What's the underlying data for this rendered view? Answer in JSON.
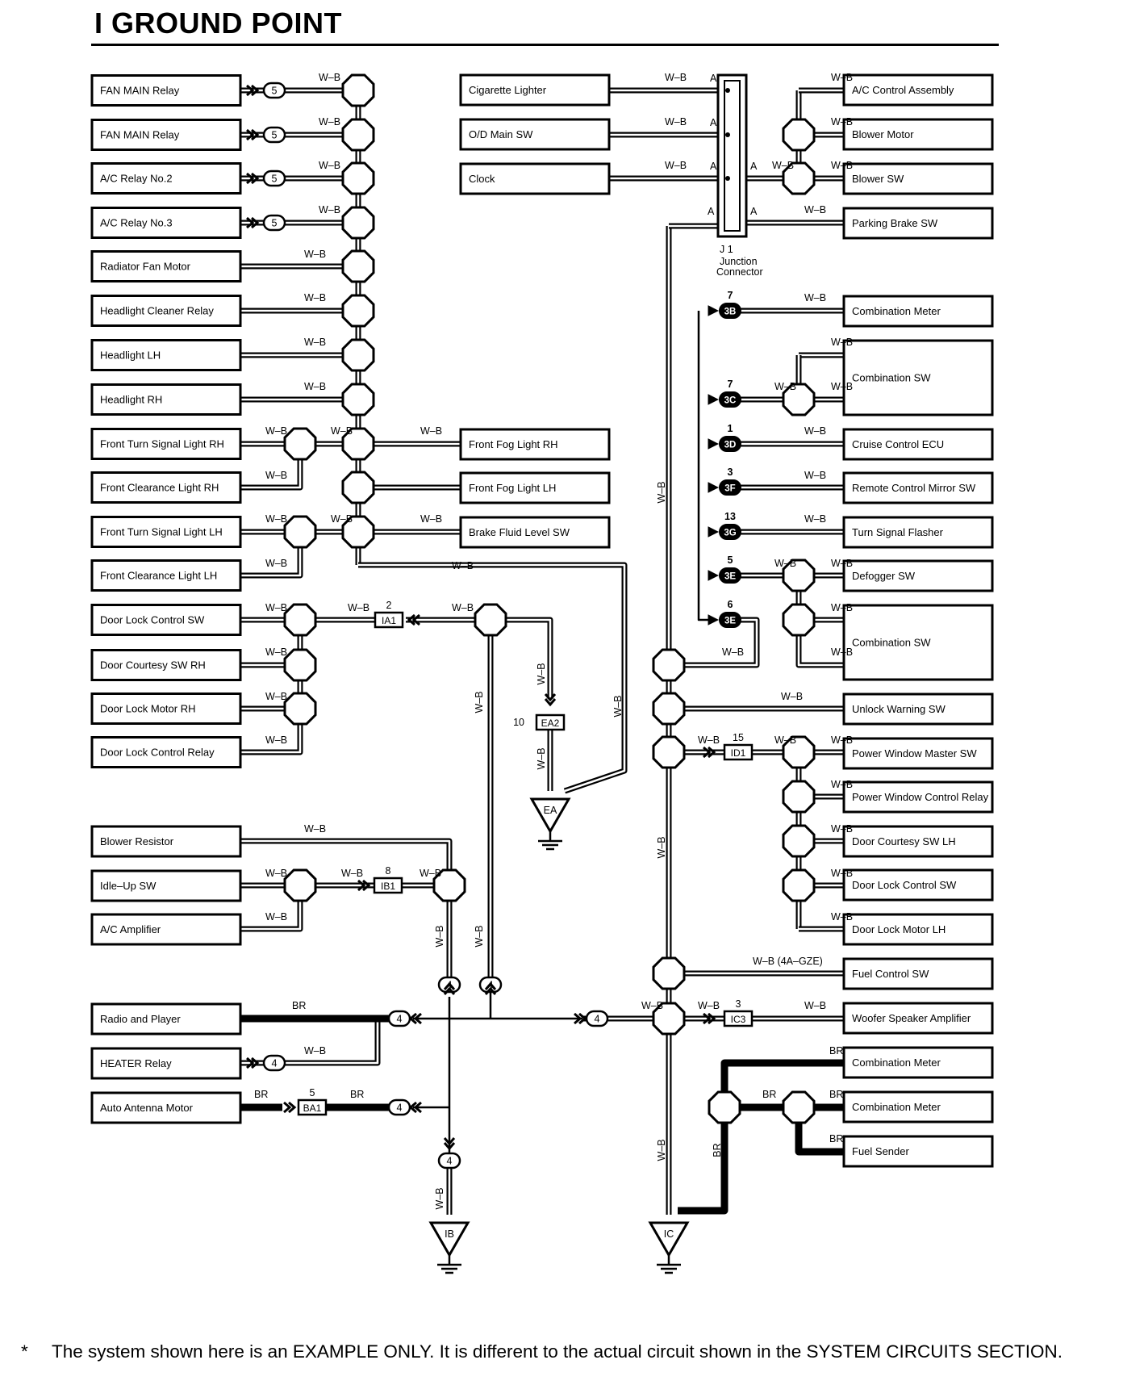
{
  "title": "I  GROUND POINT",
  "footnote": {
    "marker": "*",
    "text": "The system shown here is an EXAMPLE ONLY. It is different to the actual circuit shown in the SYSTEM CIRCUITS SECTION."
  },
  "wire_codes": {
    "wb": "W–B",
    "br": "BR",
    "wb_4agze": "W–B (4A–GZE)"
  },
  "left_column": [
    "FAN MAIN Relay",
    "FAN MAIN Relay",
    "A/C Relay No.2",
    "A/C Relay No.3",
    "Radiator Fan Motor",
    "Headlight Cleaner Relay",
    "Headlight LH",
    "Headlight RH",
    "Front Turn Signal Light RH",
    "Front Clearance Light RH",
    "Front Turn Signal Light LH",
    "Front Clearance Light LH",
    "Door Lock Control SW",
    "Door Courtesy SW RH",
    "Door Lock Motor RH",
    "Door Lock Control Relay"
  ],
  "middle_column": [
    "Cigarette Lighter",
    "O/D Main SW",
    "Clock",
    "Front Fog Light RH",
    "Front Fog Light LH",
    "Brake Fluid Level SW"
  ],
  "right_column": [
    "A/C Control Assembly",
    "Blower Motor",
    "Blower SW",
    "Parking Brake SW",
    "Combination Meter",
    "Combination SW",
    "Cruise Control ECU",
    "Remote Control Mirror SW",
    "Turn Signal Flasher",
    "Defogger SW",
    "Combination SW",
    "Unlock Warning SW",
    "Power Window Master SW",
    "Power Window Control Relay",
    "Door Courtesy SW LH",
    "Door Lock Control SW",
    "Door Lock Motor LH",
    "Fuel Control SW",
    "Woofer Speaker Amplifier",
    "Combination Meter",
    "Combination Meter",
    "Fuel Sender"
  ],
  "lower_left": [
    "Blower Resistor",
    "Idle–Up SW",
    "A/C Amplifier",
    "Radio and Player",
    "HEATER Relay",
    "Auto Antenna Motor"
  ],
  "junction_connector": {
    "code": "J 1",
    "name": "Junction\nConnector",
    "pin": "A"
  },
  "connectors": {
    "ia1": {
      "id": "IA1",
      "pin": "2"
    },
    "ea2": {
      "id": "EA2",
      "pin": "10"
    },
    "ib1": {
      "id": "IB1",
      "pin": "8"
    },
    "id1": {
      "id": "ID1",
      "pin": "15"
    },
    "ic3": {
      "id": "IC3",
      "pin": "3"
    },
    "ba1": {
      "id": "BA1",
      "pin": "5"
    },
    "3b": {
      "id": "3B",
      "pin": "7"
    },
    "3c": {
      "id": "3C",
      "pin": "7"
    },
    "3d": {
      "id": "3D",
      "pin": "1"
    },
    "3f": {
      "id": "3F",
      "pin": "3"
    },
    "3g": {
      "id": "3G",
      "pin": "13"
    },
    "3e_a": {
      "id": "3E",
      "pin": "5"
    },
    "3e_b": {
      "id": "3E",
      "pin": "6"
    }
  },
  "pin_numbers": {
    "five": "5",
    "four": "4"
  },
  "grounds": {
    "ea": "EA",
    "ib": "IB",
    "ic": "IC"
  }
}
